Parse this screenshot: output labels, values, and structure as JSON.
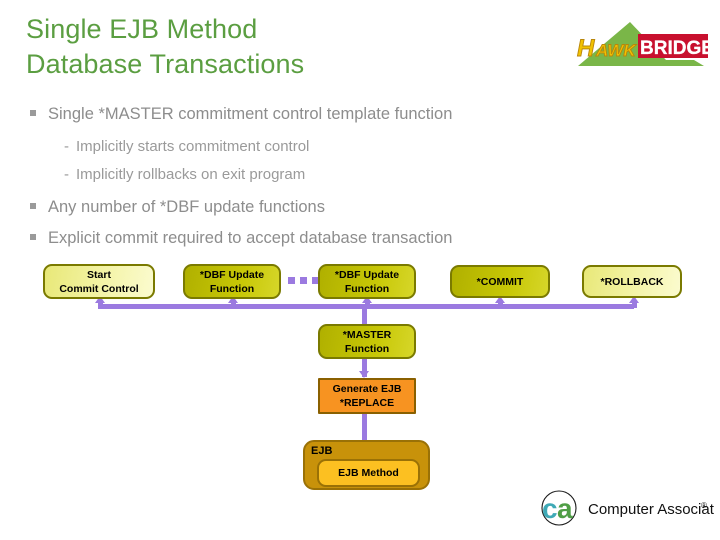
{
  "slide": {
    "title_lines": [
      "Single EJB Method",
      "Database Transactions"
    ],
    "title_color": "#5b9e41"
  },
  "brand": {
    "hawkbridge": {
      "name": "HawkBridge",
      "word_1": "HAWK",
      "word_2": "BRIDGE",
      "mountain_color": "#7ab648",
      "hawk_color": "#f2c200",
      "bridge_color": "#c8102e"
    },
    "computer_associates": {
      "name": "Computer Associates",
      "wordmark": "Computer Associates",
      "registered_mark": "®",
      "letter_c": "c",
      "letter_a": "a",
      "c_color": "#3fa9b6",
      "a_color": "#4f9e45"
    }
  },
  "bullets": [
    {
      "marker": "square",
      "level": 1,
      "text": "Single *MASTER commitment control template function"
    },
    {
      "marker": "dash",
      "level": 2,
      "text": "Implicitly starts commitment control"
    },
    {
      "marker": "dash",
      "level": 2,
      "text": "Implicitly rollbacks on exit program"
    },
    {
      "marker": "square",
      "level": 1,
      "text": "Any number of *DBF update functions"
    },
    {
      "marker": "square",
      "level": 1,
      "text": "Explicit commit required to accept database transaction"
    }
  ],
  "diagram": {
    "title": "Single EJB Method Database Transaction flow",
    "nodes": [
      {
        "id": "start-commit-control",
        "lines": [
          "Start",
          "Commit Control"
        ],
        "style": "pill-light"
      },
      {
        "id": "dbf-update-1",
        "lines": [
          "*DBF Update",
          "Function"
        ],
        "style": "pill-dark"
      },
      {
        "id": "dbf-update-2",
        "lines": [
          "*DBF Update",
          "Function"
        ],
        "style": "pill-dark"
      },
      {
        "id": "commit",
        "lines": [
          "*COMMIT"
        ],
        "style": "pill-dark"
      },
      {
        "id": "rollback",
        "lines": [
          "*ROLLBACK"
        ],
        "style": "pill-light"
      },
      {
        "id": "master-function",
        "lines": [
          "*MASTER",
          "Function"
        ],
        "style": "pill-dark"
      },
      {
        "id": "generate-ejb",
        "lines": [
          "Generate EJB",
          "*REPLACE"
        ],
        "style": "rect-orange"
      },
      {
        "id": "ejb-container",
        "lines": [
          "EJB"
        ],
        "style": "container"
      },
      {
        "id": "ejb-method",
        "lines": [
          "EJB Method"
        ],
        "style": "inner-gold"
      }
    ],
    "connector_color": "#9b7ae0",
    "ellipsis_marker": "three-squares"
  }
}
